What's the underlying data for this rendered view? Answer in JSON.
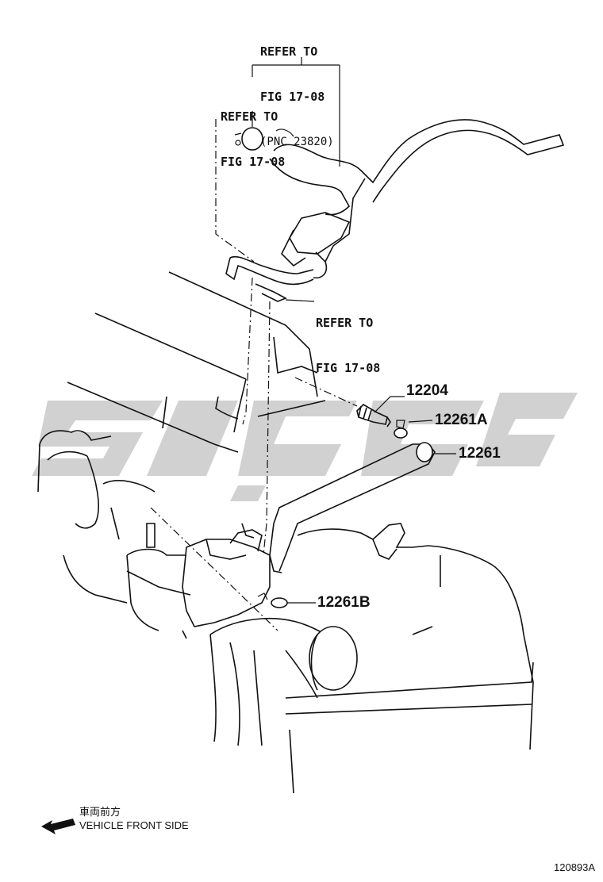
{
  "refs": {
    "top_main": [
      "REFER TO",
      "FIG 17-08",
      "(PNC 23820)"
    ],
    "top_left": [
      "REFER TO",
      "FIG 17-08"
    ],
    "middle": [
      "REFER TO",
      "FIG 17-08"
    ]
  },
  "parts": {
    "p12204": "12204",
    "p12261A": "12261A",
    "p12261": "12261",
    "p12261B": "12261B"
  },
  "front_side": {
    "japanese": "車両前方",
    "english": "VEHICLE FRONT SIDE",
    "arrow_icon": "arrow-left-icon"
  },
  "illustration_id": "120893A",
  "colors": {
    "line": "#111111",
    "watermark": "#c9c9c9",
    "background": "#ffffff"
  }
}
